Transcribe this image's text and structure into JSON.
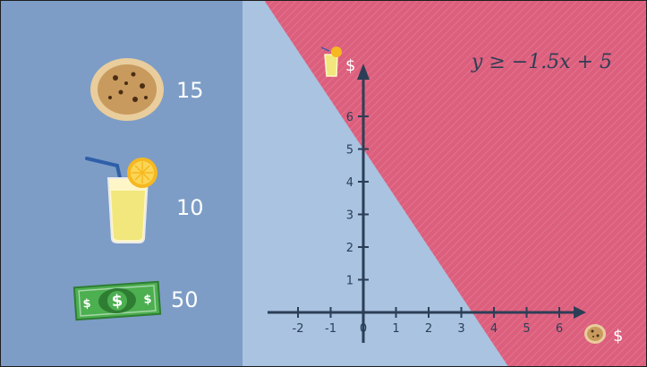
{
  "items": [
    {
      "icon": "cookie-icon",
      "value": "15"
    },
    {
      "icon": "lemonade-icon",
      "value": "10"
    },
    {
      "icon": "money-icon",
      "value": "50"
    }
  ],
  "graph": {
    "inequality": "y ≥ −1.5x + 5",
    "x_axis_symbol": "$",
    "y_axis_symbol": "$",
    "x_ticks": [
      "-2",
      "-1",
      "0",
      "1",
      "2",
      "3",
      "4",
      "5",
      "6"
    ],
    "y_ticks": [
      "1",
      "2",
      "3",
      "4",
      "5",
      "6"
    ],
    "line": {
      "slope": -1.5,
      "intercept": 5
    },
    "shaded_region": "above",
    "colors": {
      "shade": "#dc5f7d",
      "axis": "#2c3e55",
      "left_panel": "#7d9dc6",
      "right_panel": "#a9c3e1"
    }
  }
}
